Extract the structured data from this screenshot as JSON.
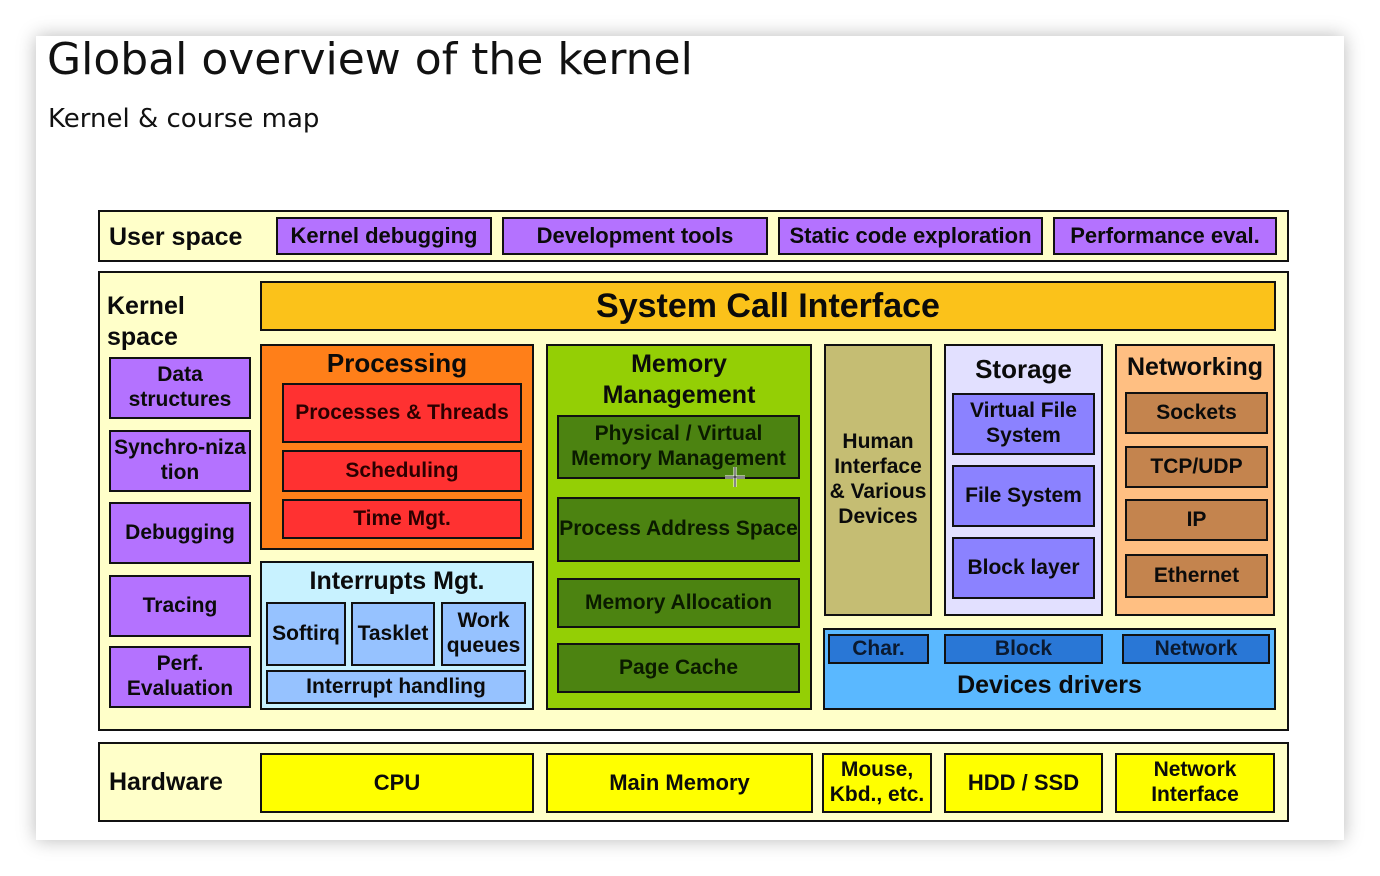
{
  "slide": {
    "title": "Global overview of the kernel",
    "subtitle": "Kernel & course map"
  },
  "user_space": {
    "label": "User space",
    "items": [
      "Kernel debugging",
      "Development tools",
      "Static code exploration",
      "Performance eval."
    ]
  },
  "kernel_space": {
    "label": "Kernel space",
    "side_items": [
      "Data structures",
      "Synchro-nization",
      "Debugging",
      "Tracing",
      "Perf. Evaluation"
    ],
    "syscall": "System Call Interface",
    "processing": {
      "title": "Processing",
      "items": [
        "Processes & Threads",
        "Scheduling",
        "Time Mgt."
      ]
    },
    "interrupts": {
      "title": "Interrupts Mgt.",
      "items": [
        "Softirq",
        "Tasklet",
        "Work queues"
      ],
      "handling": "Interrupt handling"
    },
    "memory": {
      "title": "Memory Management",
      "items": [
        "Physical / Virtual Memory Management",
        "Process Address Space",
        "Memory Allocation",
        "Page Cache"
      ]
    },
    "human_interface": "Human Interface & Various Devices",
    "storage": {
      "title": "Storage",
      "items": [
        "Virtual File System",
        "File System",
        "Block layer"
      ]
    },
    "networking": {
      "title": "Networking",
      "items": [
        "Sockets",
        "TCP/UDP",
        "IP",
        "Ethernet"
      ]
    },
    "drivers": {
      "title": "Devices drivers",
      "items": [
        "Char.",
        "Block",
        "Network"
      ]
    }
  },
  "hardware": {
    "label": "Hardware",
    "items": [
      "CPU",
      "Main Memory",
      "Mouse, Kbd., etc.",
      "HDD / SSD",
      "Network Interface"
    ]
  },
  "colors": {
    "purple": "#b472ff",
    "syscall": "#fbc21a",
    "processing": "#ff7f19",
    "red": "#ff3131",
    "memory": "#94cf05",
    "dark_green": "#4c8311",
    "hardware": "#ffff00",
    "pane": "#ffffc9"
  }
}
